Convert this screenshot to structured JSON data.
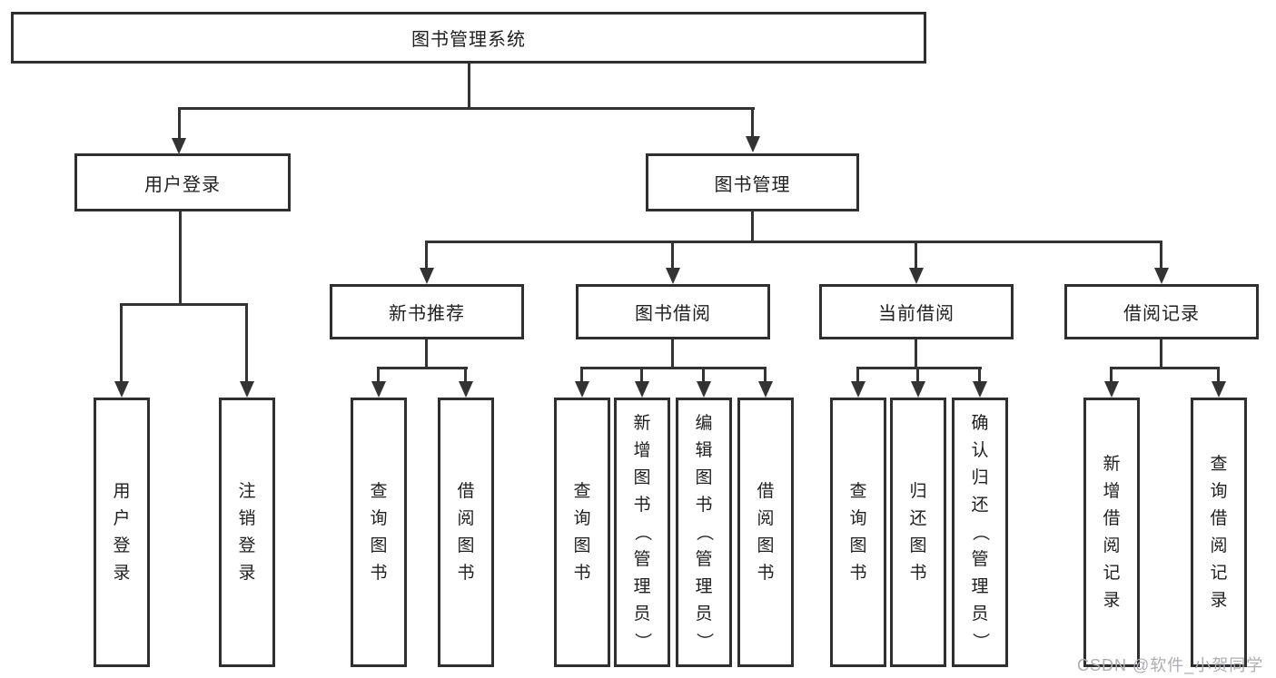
{
  "diagram": {
    "root": {
      "label": "图书管理系统"
    },
    "branches": [
      {
        "label": "用户登录",
        "children": [
          {
            "label": "用户登录"
          },
          {
            "label": "注销登录"
          }
        ]
      },
      {
        "label": "图书管理",
        "children": [
          {
            "label": "新书推荐",
            "children": [
              {
                "label": "查询图书"
              },
              {
                "label": "借阅图书"
              }
            ]
          },
          {
            "label": "图书借阅",
            "children": [
              {
                "label": "查询图书"
              },
              {
                "label": "新增图书（管理员）"
              },
              {
                "label": "编辑图书（管理员）"
              },
              {
                "label": "借阅图书"
              }
            ]
          },
          {
            "label": "当前借阅",
            "children": [
              {
                "label": "查询图书"
              },
              {
                "label": "归还图书"
              },
              {
                "label": "确认归还（管理员）"
              }
            ]
          },
          {
            "label": "借阅记录",
            "children": [
              {
                "label": "新增借阅记录"
              },
              {
                "label": "查询借阅记录"
              }
            ]
          }
        ]
      }
    ]
  },
  "watermark": {
    "text": "CSDN @软件_小贺同学"
  },
  "colors": {
    "line": "#333333",
    "box_border": "#2f2f2f",
    "text": "#1f1f1f",
    "background": "#ffffff",
    "watermark": "#aeaeb2"
  }
}
